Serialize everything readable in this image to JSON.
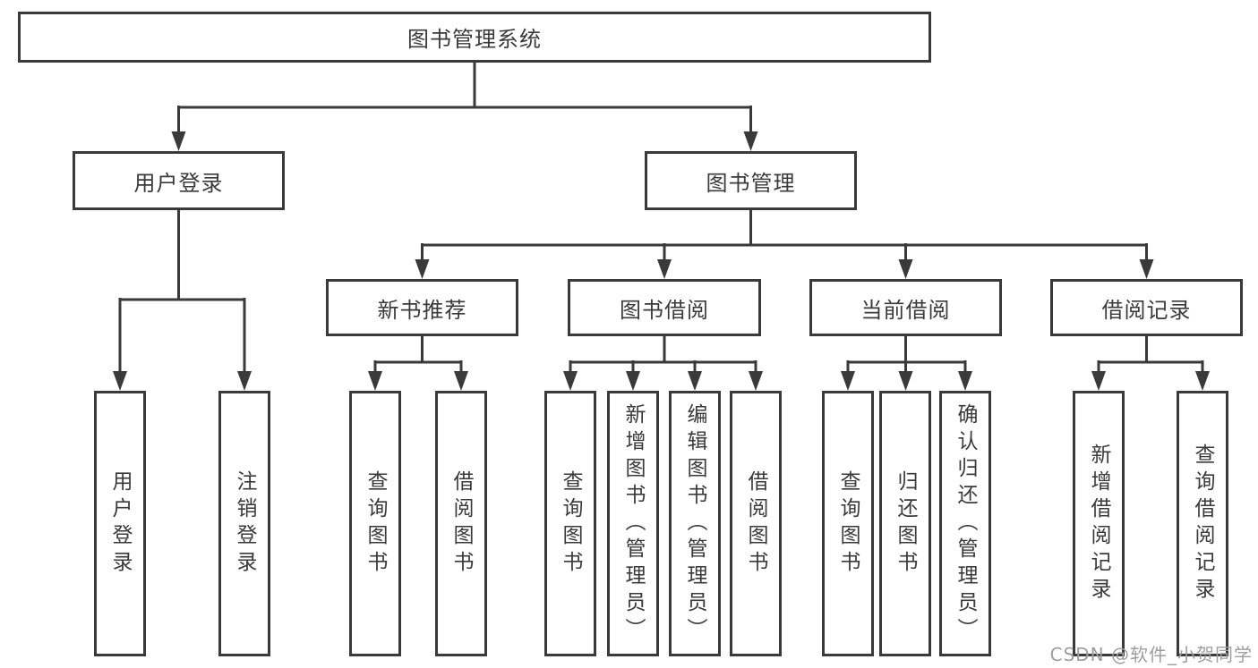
{
  "diagram": {
    "root": "图书管理系统",
    "user_branch": {
      "label": "用户登录",
      "children": [
        "用户登录",
        "注销登录"
      ]
    },
    "book_branch": {
      "label": "图书管理",
      "sections": [
        {
          "label": "新书推荐",
          "children": [
            "查询图书",
            "借阅图书"
          ]
        },
        {
          "label": "图书借阅",
          "children": [
            "查询图书",
            "新增图书（管理员）",
            "编辑图书（管理员）",
            "借阅图书"
          ]
        },
        {
          "label": "当前借阅",
          "children": [
            "查询图书",
            "归还图书",
            "确认归还（管理员）"
          ]
        },
        {
          "label": "借阅记录",
          "children": [
            "新增借阅记录",
            "查询借阅记录"
          ]
        }
      ]
    }
  },
  "watermark": "CSDN @软件_小贺同学",
  "colors": {
    "line": "#3a3a3a",
    "text": "#3a3a3a",
    "watermark": "#9e9e9e",
    "background": "#ffffff"
  }
}
